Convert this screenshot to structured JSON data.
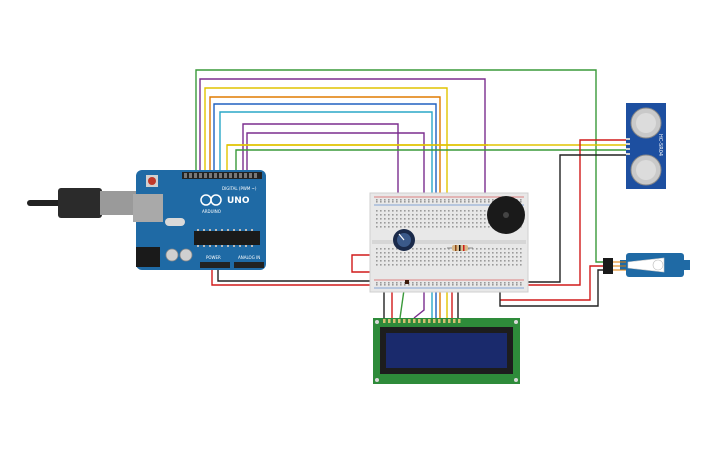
{
  "arduino": {
    "brand": "UNO",
    "logo_text": "ARDUINO",
    "digital_header_label": "DIGITAL (PWM ~)",
    "power_header_label": "POWER",
    "analog_header_label": "ANALOG IN",
    "board_color": "#1f6aa5",
    "usb_color": "#9a9a9a"
  },
  "ultrasonic": {
    "label": "HC-SR04",
    "board_color": "#1d4fa0"
  },
  "lcd": {
    "board_color": "#2e8b3a",
    "screen_color": "#1a2a6c"
  },
  "wires": {
    "purple": "#7b2d8e",
    "yellow": "#e0c400",
    "cyan": "#2aa7c7",
    "green": "#3a9a3a",
    "red": "#d11a1a",
    "black": "#222222",
    "blue": "#2060c0",
    "orange": "#e07b00"
  }
}
